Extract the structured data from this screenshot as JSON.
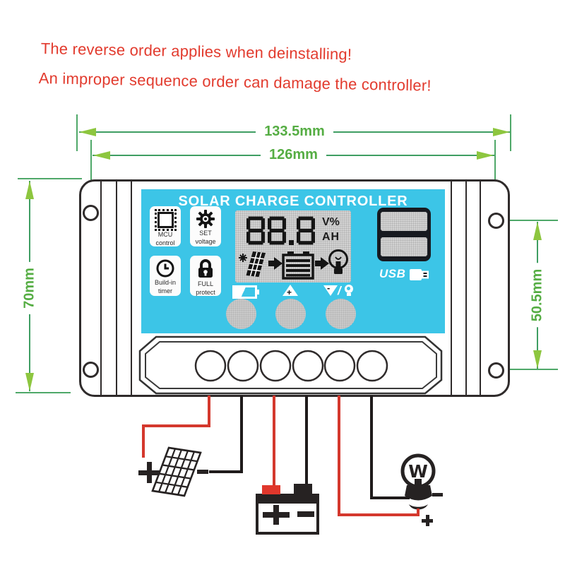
{
  "warnings": {
    "line1": "The reverse order applies when deinstalling!",
    "line2": "An improper sequence order can damage the controller!"
  },
  "dimensions": {
    "outer_width": "133.5mm",
    "mount_width": "126mm",
    "body_height": "70mm",
    "mount_height": "50.5mm"
  },
  "device": {
    "title": "SOLAR CHARGE CONTROLLER",
    "features": [
      {
        "icon": "chip-icon",
        "lines": [
          "MCU",
          "control"
        ]
      },
      {
        "icon": "gear-icon",
        "lines": [
          "SET",
          "voltage"
        ]
      },
      {
        "icon": "clock-icon",
        "lines": [
          "Build-in",
          "timer"
        ]
      },
      {
        "icon": "lock-icon",
        "lines": [
          "FULL",
          "protect"
        ]
      }
    ],
    "lcd": {
      "value": "88.8",
      "unit_top": "V%",
      "unit_bottom": "AH"
    },
    "usb_label": "USB"
  },
  "wiring": {
    "solar_positive": "+",
    "solar_negative": "−",
    "battery_positive": "+",
    "battery_negative": "−",
    "load_negative": "−",
    "load_positive": "+",
    "bulb_filament": "W"
  },
  "colors": {
    "panel_blue": "#3cc5e7",
    "warning_red": "#e23b2e",
    "dimension_line_green": "#3f9e63",
    "arrow_green": "#8dc63f",
    "label_green": "#55ad43",
    "wire_red": "#d4382d",
    "wire_black": "#1f1b1b"
  }
}
